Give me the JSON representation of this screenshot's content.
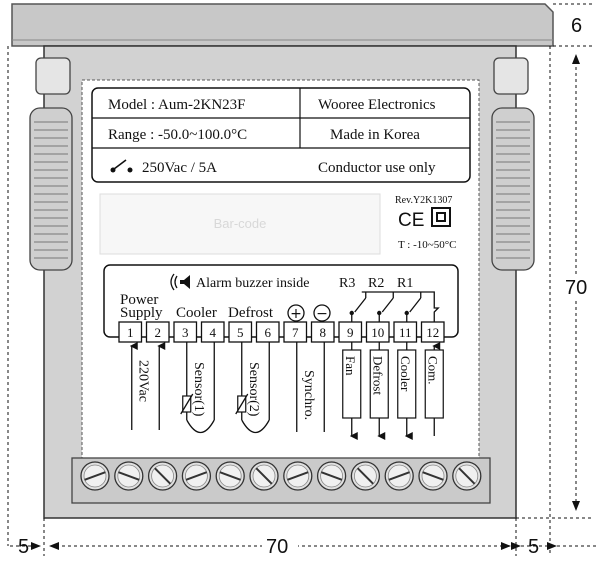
{
  "label_table": {
    "model": "Model : Aum-2KN23F",
    "manufacturer": "Wooree Electronics",
    "range": "Range : -50.0~100.0°C",
    "origin": "Made in Korea",
    "relay_rating": "250Vac / 5A",
    "conductor_note": "Conductor use only"
  },
  "barcode_text": "Bar-code",
  "revision": "Rev.Y2K1307",
  "ce_mark": "CE",
  "temp_rating": "T : -10~50°C",
  "alarm_text": "Alarm buzzer inside",
  "relays": [
    "R3",
    "R2",
    "R1"
  ],
  "group_labels": {
    "power": "Power",
    "supply": "Supply",
    "cooler": "Cooler",
    "defrost": "Defrost",
    "plus": "+",
    "minus": "−"
  },
  "terminals": [
    "1",
    "2",
    "3",
    "4",
    "5",
    "6",
    "7",
    "8",
    "9",
    "10",
    "11",
    "12"
  ],
  "wire_labels": {
    "power": "220Vac",
    "sensor1": "Sensor(1)",
    "sensor2": "Sensor(2)",
    "synchro": "Synchro.",
    "fan": "Fan",
    "defrost_out": "Defrost",
    "cooler_out": "Cooler",
    "com": "Com."
  },
  "dimensions": {
    "top_depth": "6",
    "height": "70",
    "width": "70",
    "left_margin": "5",
    "right_margin": "5"
  },
  "screw_count": 12
}
